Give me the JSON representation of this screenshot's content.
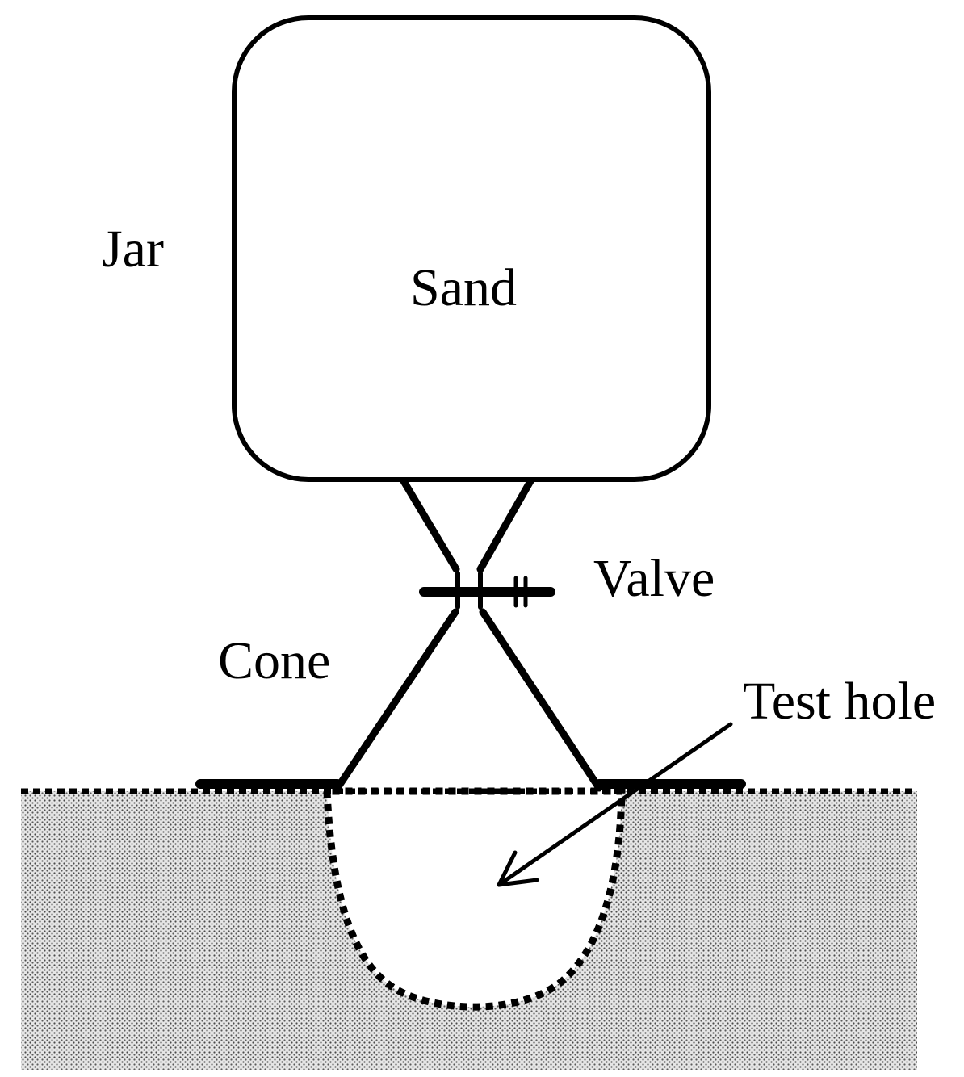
{
  "diagram": {
    "labels": {
      "jar": "Jar",
      "sand": "Sand",
      "valve": "Valve",
      "cone": "Cone",
      "test_hole": "Test hole"
    }
  }
}
